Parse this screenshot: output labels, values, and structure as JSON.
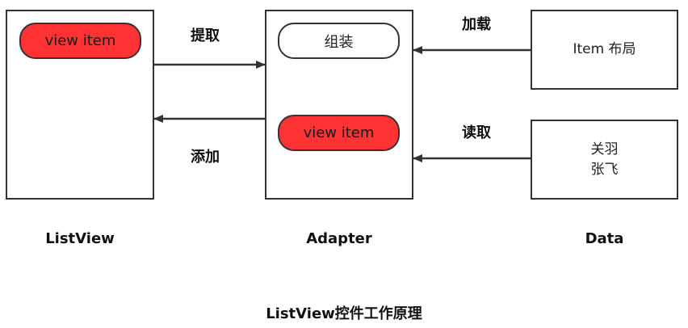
{
  "listview": {
    "item_label": "view item",
    "caption": "ListView"
  },
  "adapter": {
    "assemble_label": "组装",
    "item_label": "view item",
    "caption": "Adapter"
  },
  "data_side": {
    "layout_box_label": "Item 布局",
    "data_lines": [
      "关羽",
      "张飞"
    ],
    "caption": "Data"
  },
  "arrows": {
    "extract": "提取",
    "add": "添加",
    "load": "加载",
    "read": "读取"
  },
  "footer": {
    "title": "ListView控件工作原理"
  },
  "colors": {
    "view_item_fill": "#ff3333",
    "stroke": "#333333"
  }
}
